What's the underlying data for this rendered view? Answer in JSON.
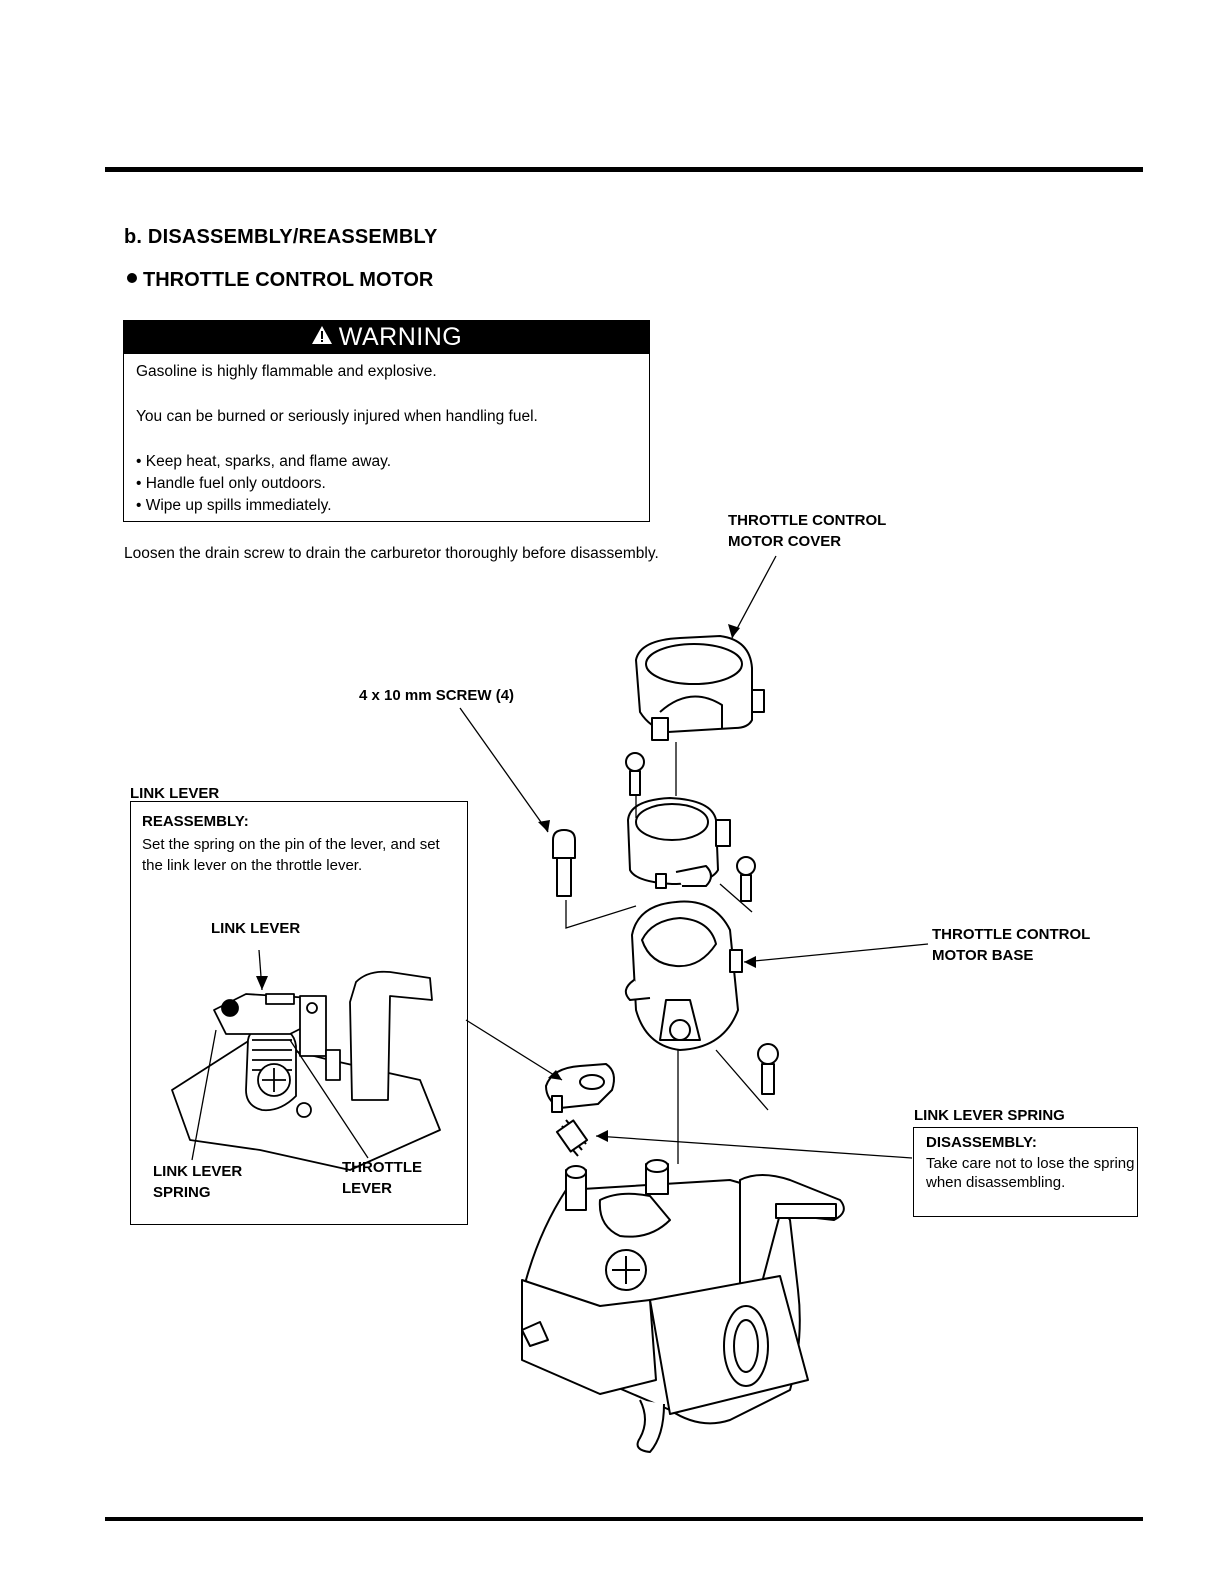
{
  "section_title": "b. DISASSEMBLY/REASSEMBLY",
  "subsection_title": "THROTTLE CONTROL MOTOR",
  "warning": {
    "header": "WARNING",
    "line1": "Gasoline is highly flammable and explosive.",
    "line2": "You can be burned or seriously injured when handling fuel.",
    "bullets": [
      "Keep heat, sparks, and flame away.",
      "Handle fuel only outdoors.",
      "Wipe up spills immediately."
    ]
  },
  "intro_text": "Loosen the drain screw to drain the carburetor thoroughly before disassembly.",
  "labels": {
    "motor_cover_line1": "THROTTLE CONTROL",
    "motor_cover_line2": "MOTOR COVER",
    "screw": "4 x 10 mm SCREW (4)",
    "link_lever_header": "LINK LEVER",
    "motor_base_line1": "THROTTLE CONTROL",
    "motor_base_line2": "MOTOR BASE",
    "link_lever_spring_header": "LINK LEVER SPRING"
  },
  "link_lever_box": {
    "title": "REASSEMBLY:",
    "text": "Set the spring on the pin of the lever, and set the link lever on the throttle lever.",
    "inset_link_lever": "LINK LEVER",
    "inset_spring_line1": "LINK LEVER",
    "inset_spring_line2": "SPRING",
    "inset_throttle_line1": "THROTTLE",
    "inset_throttle_line2": "LEVER"
  },
  "spring_box": {
    "title": "DISASSEMBLY:",
    "text": "Take care not to lose the spring when disassembling."
  }
}
